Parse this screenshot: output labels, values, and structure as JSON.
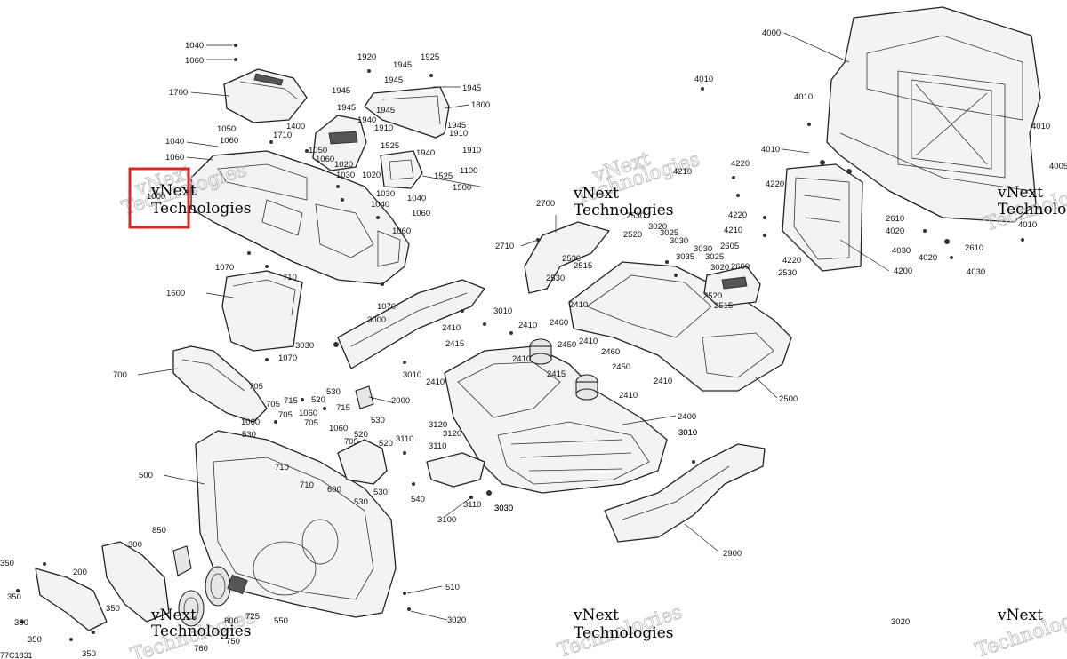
{
  "drawing_ref": "77C1831",
  "watermark": {
    "brand_line1": "vNext",
    "brand_line2": "Technologies",
    "full": "vNext Technologies"
  },
  "labels": {
    "l_4000": "4000",
    "l_1040a": "1040",
    "l_1060a": "1060",
    "l_1920": "1920",
    "l_1925": "1925",
    "l_1945a": "1945",
    "l_1945b": "1945",
    "l_1945c": "1945",
    "l_1945d": "1945",
    "l_1945e": "1945",
    "l_1945f": "1945",
    "l_1945g": "1945",
    "l_1700": "1700",
    "l_1800": "1800",
    "l_4010a": "4010",
    "l_4010b": "4010",
    "l_4010c": "4010",
    "l_4010d": "4010",
    "l_4010e": "4010",
    "l_4005": "4005",
    "l_1050a": "1050",
    "l_1060b": "1060",
    "l_1710": "1710",
    "l_1400": "1400",
    "l_1940a": "1940",
    "l_1910a": "1910",
    "l_1910b": "1910",
    "l_1910c": "1910",
    "l_1940b": "1940",
    "l_1040b": "1040",
    "l_1060c": "1060",
    "l_1050b": "1050",
    "l_1060d": "1060",
    "l_1020a": "1020",
    "l_1525a": "1525",
    "l_1525b": "1525",
    "l_1100": "1100",
    "l_1030a": "1030",
    "l_1020b": "1020",
    "l_1500": "1500",
    "l_1030b": "1030",
    "l_1000": "1000",
    "l_1040c": "1040",
    "l_1040d": "1040",
    "l_1060e": "1060",
    "l_1060f": "1060",
    "l_4210a": "4210",
    "l_4220a": "4220",
    "l_4220b": "4220",
    "l_4220c": "4220",
    "l_4220d": "4220",
    "l_4210b": "4210",
    "l_2700": "2700",
    "l_2710": "2710",
    "l_2530a": "2530",
    "l_2530b": "2530",
    "l_2530c": "2530",
    "l_2530d": "2530",
    "l_2520a": "2520",
    "l_2520b": "2520",
    "l_2515a": "2515",
    "l_2515b": "2515",
    "l_3020a": "3020",
    "l_3020b": "3020",
    "l_3020c": "3020",
    "l_3025a": "3025",
    "l_3025b": "3025",
    "l_3030a": "3030",
    "l_3030b": "3030",
    "l_3030c": "3030",
    "l_3030d": "3030",
    "l_3035": "3035",
    "l_2605": "2605",
    "l_2600": "2600",
    "l_2610a": "2610",
    "l_2610b": "2610",
    "l_4020a": "4020",
    "l_4020b": "4020",
    "l_4030a": "4030",
    "l_4030b": "4030",
    "l_4200": "4200",
    "l_1070a": "1070",
    "l_1070b": "1070",
    "l_1070c": "1070",
    "l_710a": "710",
    "l_710b": "710",
    "l_710c": "710",
    "l_1600": "1600",
    "l_3000": "3000",
    "l_3010a": "3010",
    "l_3010b": "3010",
    "l_3010c": "3010",
    "l_2410a": "2410",
    "l_2410b": "2410",
    "l_2410c": "2410",
    "l_2410d": "2410",
    "l_2410e": "2410",
    "l_2410f": "2410",
    "l_2410g": "2410",
    "l_2460a": "2460",
    "l_2460b": "2460",
    "l_2415a": "2415",
    "l_2415b": "2415",
    "l_2450a": "2450",
    "l_2450b": "2450",
    "l_700": "700",
    "l_705a": "705",
    "l_705b": "705",
    "l_705c": "705",
    "l_705d": "705",
    "l_715a": "715",
    "l_715b": "715",
    "l_530a": "530",
    "l_530b": "530",
    "l_530c": "530",
    "l_530d": "530",
    "l_530e": "530",
    "l_520a": "520",
    "l_520b": "520",
    "l_520c": "520",
    "l_2000": "2000",
    "l_2500": "2500",
    "l_3120a": "3120",
    "l_3120b": "3120",
    "l_3110a": "3110",
    "l_3110b": "3110",
    "l_3110c": "3110",
    "l_2400": "2400",
    "l_1060g": "1060",
    "l_1060h": "1060",
    "l_500": "500",
    "l_600": "600",
    "l_540": "540",
    "l_3100": "3100",
    "l_3030e": "3030",
    "l_3010d": "3010",
    "l_2900": "2900",
    "l_850": "850",
    "l_300": "300",
    "l_200": "200",
    "l_350a": "350",
    "l_350b": "350",
    "l_350c": "350",
    "l_350d": "350",
    "l_350e": "350",
    "l_510": "510",
    "l_3020d": "3020",
    "l_800": "800",
    "l_750": "750",
    "l_760": "760",
    "l_725": "725",
    "l_550": "550"
  },
  "highlight": {
    "target_label": "1000",
    "color": "#d42a2a"
  }
}
